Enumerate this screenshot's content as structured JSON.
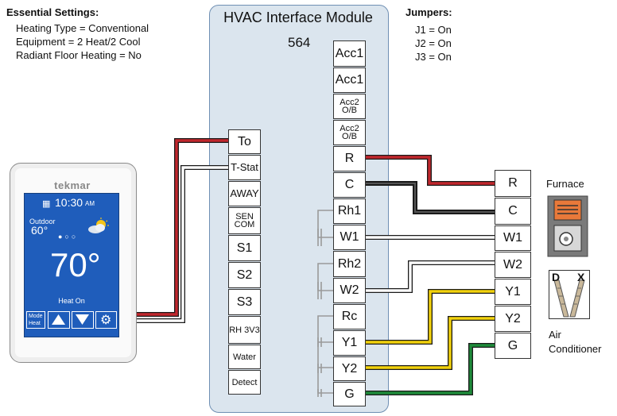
{
  "essential": {
    "heading": "Essential Settings:",
    "items": [
      "Heating Type = Conventional",
      "Equipment = 2 Heat/2 Cool",
      "Radiant Floor Heating = No"
    ]
  },
  "jumpers": {
    "heading": "Jumpers:",
    "items": [
      "J1 = On",
      "J2 = On",
      "J3 = On"
    ]
  },
  "module": {
    "title": "HVAC Interface Module",
    "number": "564",
    "left_terminals": [
      "To",
      "T-Stat",
      "AWAY",
      "SEN COM",
      "S1",
      "S2",
      "S3",
      "RH 3V3",
      "Water",
      "Detect"
    ],
    "right_terminals": [
      "Acc1",
      "Acc1",
      "Acc2 O/B",
      "Acc2 O/B",
      "R",
      "C",
      "Rh1",
      "W1",
      "Rh2",
      "W2",
      "Rc",
      "Y1",
      "Y2",
      "G"
    ]
  },
  "equipment_terminals": [
    "R",
    "C",
    "W1",
    "W2",
    "Y1",
    "Y2",
    "G"
  ],
  "thermostat": {
    "brand": "tekmar",
    "time": "10:30",
    "ampm": "AM",
    "outdoor_label": "Outdoor",
    "outdoor_temp": "60°",
    "setpoint": "70°",
    "status": "Heat On",
    "mode_label": "Mode",
    "mode_value": "Heat",
    "icons": [
      "calendar-icon",
      "partly-cloudy-icon",
      "up-arrow-icon",
      "down-arrow-icon",
      "gear-icon"
    ]
  },
  "devices": {
    "furnace": "Furnace",
    "ac_line1": "Air",
    "ac_line2": "Conditioner",
    "ac_badge_left": "D",
    "ac_badge_right": "X"
  },
  "colors": {
    "wire_red": "#c1272d",
    "wire_black": "#1a1a1a",
    "wire_white": "#ffffff",
    "wire_yellow": "#f2d20c",
    "wire_green": "#1e8b3a",
    "module_fill": "#dbe5ee",
    "screen_blue": "#1f5dbb"
  }
}
